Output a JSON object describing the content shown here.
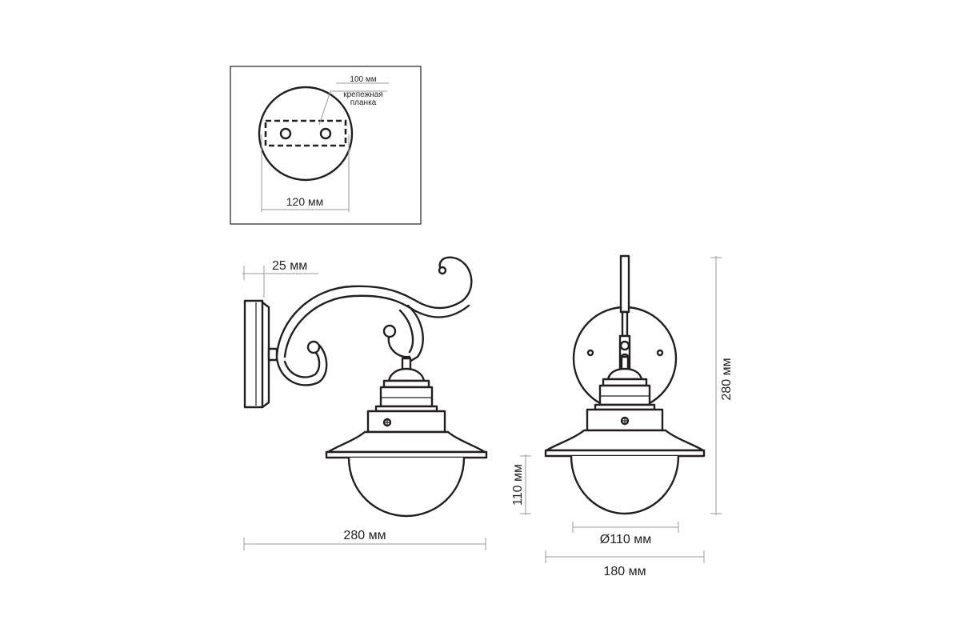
{
  "labels": {
    "mount_width": "100 мм",
    "mount_plate_line1": "крепежная",
    "mount_plate_line2": "планка",
    "base_diameter": "120 мм",
    "wall_offset": "25 мм",
    "total_depth": "280 мм",
    "shade_height": "110 мм",
    "globe_diameter": "Ø110 мм",
    "front_width": "180 мм",
    "total_height": "280 мм"
  }
}
